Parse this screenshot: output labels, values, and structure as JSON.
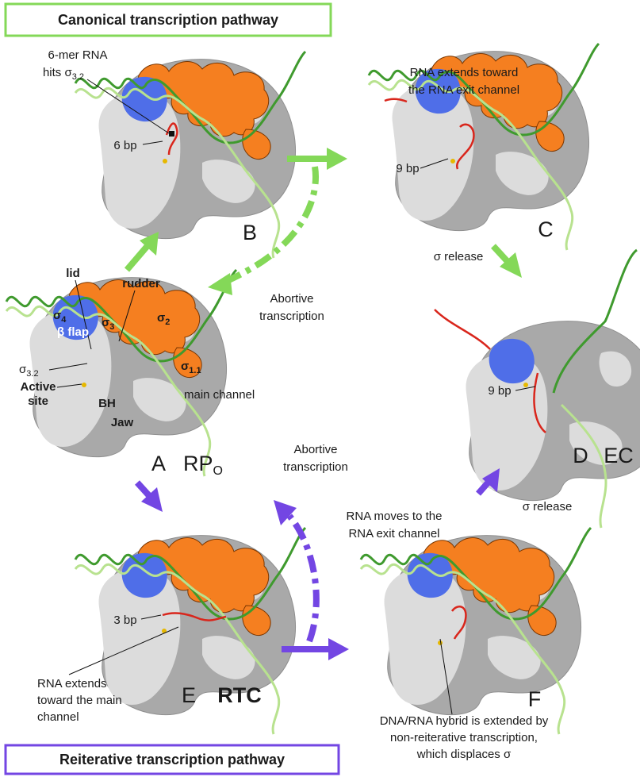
{
  "titles": {
    "canonical": "Canonical transcription pathway",
    "reiterative": "Reiterative transcription pathway"
  },
  "colors": {
    "canonical_green": "#84d858",
    "reiterative_purple": "#7346e3",
    "sigma_orange": "#f57f20",
    "beta_flap_blue": "#4f6ee8",
    "core_gray": "#a9a9a9",
    "core_light": "#dcdcdc",
    "dna_dark": "#3f9a2e",
    "dna_light": "#b8e28f",
    "rna_red": "#d9261c"
  },
  "panels": {
    "A": {
      "letter": "A",
      "state_main": "RP",
      "state_sub": "O"
    },
    "B": {
      "letter": "B",
      "bp": "6 bp",
      "note_line1": "6-mer RNA",
      "note_line2": "hits σ",
      "note_sub": "3.2"
    },
    "C": {
      "letter": "C",
      "bp": "9 bp",
      "note_line1": "RNA extends toward",
      "note_line2": "the RNA exit channel"
    },
    "D": {
      "letter": "D",
      "state": "EC",
      "bp": "9 bp"
    },
    "E": {
      "letter": "E",
      "state": "RTC",
      "bp": "3 bp",
      "note_line1": "RNA extends",
      "note_line2": "toward the main",
      "note_line3": "channel"
    },
    "F": {
      "letter": "F",
      "note_line1": "DNA/RNA hybrid is extended by",
      "note_line2": "non-reiterative transcription,",
      "note_line3": "which displaces σ",
      "top_line1": "RNA moves to the",
      "top_line2": "RNA exit channel"
    }
  },
  "labels_A": {
    "lid": "lid",
    "rudder": "rudder",
    "sigma4": "σ",
    "sigma4_sub": "4",
    "sigma3": "σ",
    "sigma3_sub": "3",
    "sigma2": "σ",
    "sigma2_sub": "2",
    "sigma11": "σ",
    "sigma11_sub": "1.1",
    "sigma32": "σ",
    "sigma32_sub": "3.2",
    "beta_flap": "β flap",
    "active_site_1": "Active",
    "active_site_2": "site",
    "bh": "BH",
    "jaw": "Jaw",
    "main_channel": "main channel"
  },
  "arrows": {
    "abortive_top_1": "Abortive",
    "abortive_top_2": "transcription",
    "abortive_bottom_1": "Abortive",
    "abortive_bottom_2": "transcription",
    "sigma_release_top": "σ release",
    "sigma_release_bottom": "σ release"
  }
}
